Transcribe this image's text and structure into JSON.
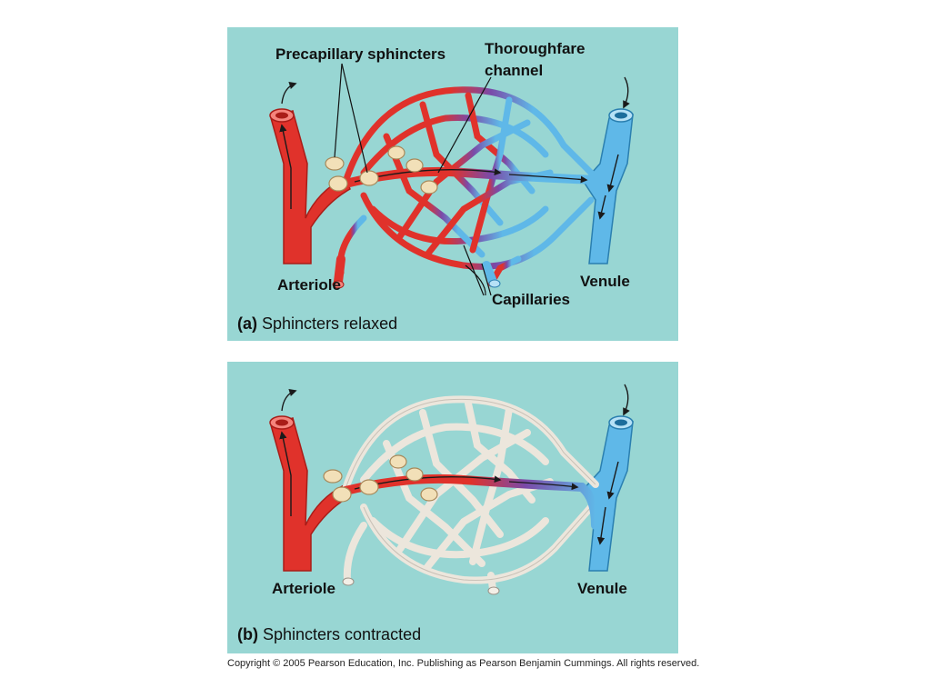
{
  "panel_a": {
    "labels": {
      "precapillary": "Precapillary sphincters",
      "thoroughfare_line1": "Thoroughfare",
      "thoroughfare_line2": "channel",
      "arteriole": "Arteriole",
      "venule": "Venule",
      "capillaries": "Capillaries"
    },
    "caption_letter": "(a)",
    "caption_text": "Sphincters relaxed"
  },
  "panel_b": {
    "labels": {
      "arteriole": "Arteriole",
      "venule": "Venule"
    },
    "caption_letter": "(b)",
    "caption_text": "Sphincters contracted"
  },
  "copyright": "Copyright © 2005 Pearson Education, Inc. Publishing as Pearson Benjamin Cummings. All rights reserved.",
  "colors": {
    "background": "#98d6d3",
    "arterial_red": "#e0322b",
    "venous_blue": "#5fb8e8",
    "mixed_purple": "#7a4aa8",
    "inactive_capillary": "#ece6dc",
    "sphincter": "#f2e0b8"
  }
}
